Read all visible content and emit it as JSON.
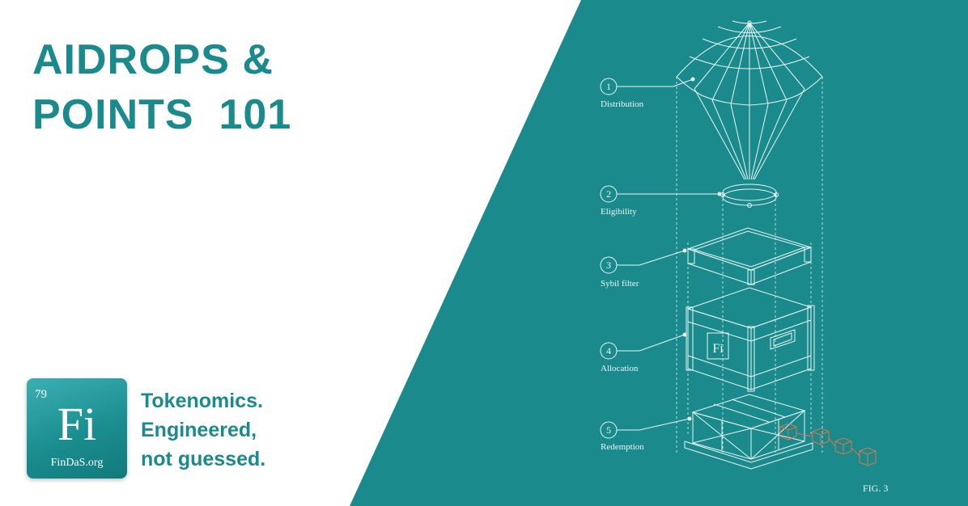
{
  "title": {
    "line1": "AIDROPS &",
    "line2": "POINTS  101"
  },
  "badge": {
    "number": "79",
    "symbol": "Fi",
    "name": "FinDaS.org"
  },
  "tagline": {
    "line1": "Tokenomics.",
    "line2": "Engineered,",
    "line3": "not guessed."
  },
  "diagram": {
    "steps": [
      {
        "num": "1",
        "label": "Distribution"
      },
      {
        "num": "2",
        "label": "Eligibility"
      },
      {
        "num": "3",
        "label": "Sybil filter"
      },
      {
        "num": "4",
        "label": "Allocation"
      },
      {
        "num": "5",
        "label": "Redemption"
      }
    ],
    "crate_mark": "Fi",
    "fig_label": "FIG. 3"
  },
  "colors": {
    "teal": "#1a8a8c",
    "line": "#e8f6f6",
    "accent": "#d9774a",
    "white": "#ffffff"
  }
}
